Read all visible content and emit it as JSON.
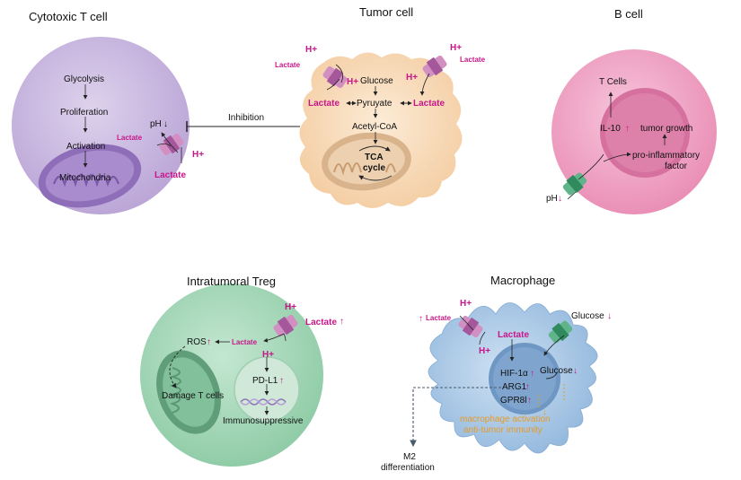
{
  "titles": {
    "tcell": "Cytotoxic T cell",
    "tumor": "Tumor cell",
    "bcell": "B cell",
    "treg": "Intratumoral Treg",
    "macro": "Macrophage"
  },
  "tcell": {
    "glycolysis": "Glycolysis",
    "proliferation": "Proliferation",
    "activation": "Activation",
    "mitochondria": "Mitochondria",
    "ph": "pH",
    "lactate_small": "Lactate",
    "lactate": "Lactate",
    "hplus": "H+"
  },
  "inhibition": "Inhibition",
  "tumor": {
    "lactate_left_small": "Lactate",
    "lactate_right_small": "Lactate",
    "hplus_left_top": "H+",
    "hplus_left": "H+",
    "hplus_right_top": "H+",
    "hplus_right": "H+",
    "glucose": "Glucose",
    "pyruvate": "Pyruyate",
    "lactate_left": "Lactate",
    "lactate_right": "Lactate",
    "acetyl": "Acetyl-CoA",
    "tca1": "TCA",
    "tca2": "cycle"
  },
  "bcell": {
    "tcells": "T Cells",
    "il10": "IL-10",
    "tumor_growth": "tumor growth",
    "proinf1": "pro-inflammatory",
    "proinf2": "factor",
    "ph": "pH"
  },
  "treg": {
    "hplus_top": "H+",
    "lactate": "Lactate",
    "lactate_small": "Lactate",
    "ros": "ROS",
    "hplus": "H+",
    "pdl1": "PD-L1",
    "damage": "Damage T cells",
    "immuno": "Immunosuppressive"
  },
  "macro": {
    "lactate_small": "Lactate",
    "hplus_top": "H+",
    "hplus_bottom": "H+",
    "lactate": "Lactate",
    "glucose_top": "Glucose",
    "glucose_in": "Glucose",
    "hif": "HIF-1α",
    "arg1": "ARG1",
    "gpr": "GPR8l",
    "act1": "macrophage activation",
    "act2": "anti-tumor immunity",
    "m2a": "M2",
    "m2b": "differentiation"
  },
  "colors": {
    "magenta": "#c8168a",
    "orange": "#e49a2a",
    "tcell": "#c7b6dd",
    "tumor": "#f8dcbc",
    "bcell": "#ef9cc0",
    "treg": "#9fd3b4",
    "macro": "#a9c8e6"
  }
}
